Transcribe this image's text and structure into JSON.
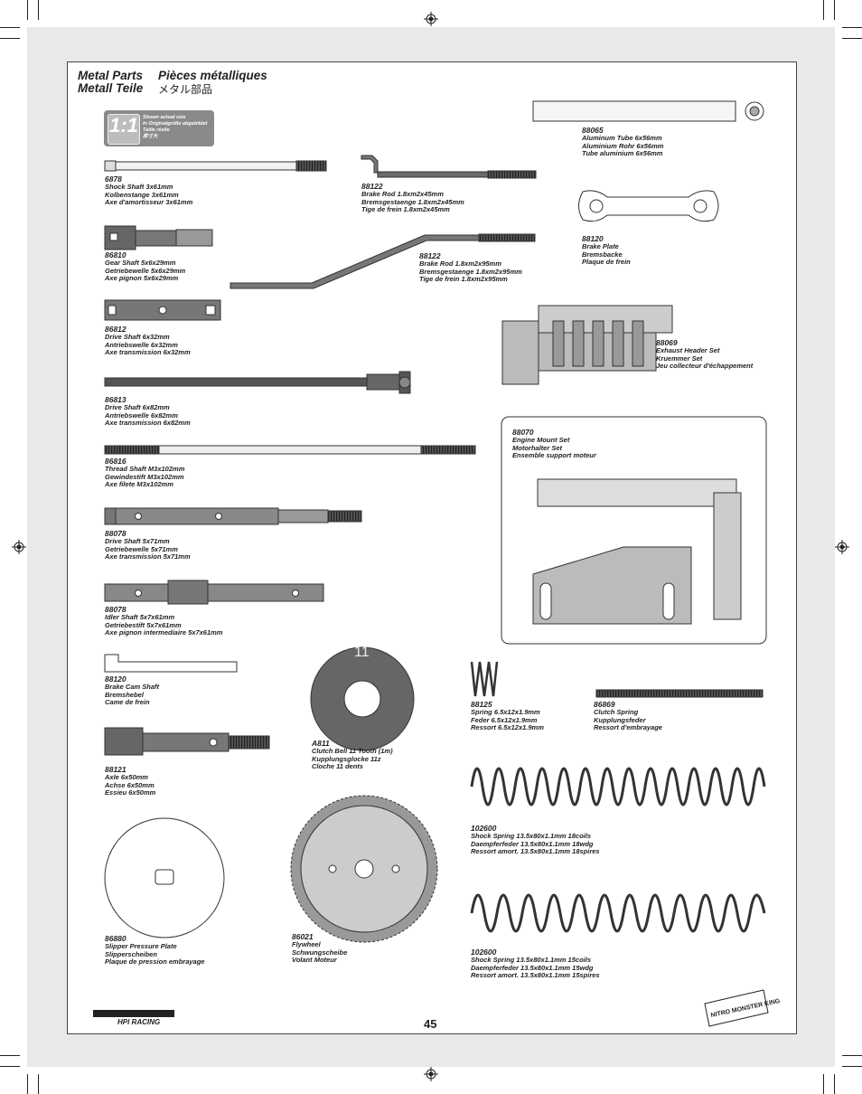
{
  "header": {
    "title_en": "Metal Parts",
    "title_de": "Metall Teile",
    "title_fr": "Pièces métalliques",
    "title_jp": "メタル部品"
  },
  "scale_badge": {
    "scale": "1:1",
    "lines": [
      "Shown actual size",
      "In Originalgröße abgebildet",
      "Taille réelle",
      "原寸大"
    ]
  },
  "parts": [
    {
      "code": "6878",
      "lines": [
        "Shock Shaft 3x61mm",
        "Kolbenstange 3x61mm",
        "Axe d'amortisseur 3x61mm"
      ]
    },
    {
      "code": "88122",
      "lines": [
        "Brake Rod 1.8xm2x45mm",
        "Bremsgestaenge 1.8xm2x45mm",
        "Tige de frein 1.8xm2x45mm"
      ]
    },
    {
      "code": "88065",
      "lines": [
        "Aluminum Tube 6x56mm",
        "Aluminium Rohr 6x56mm",
        "Tube aluminium 6x56mm"
      ]
    },
    {
      "code": "86810",
      "lines": [
        "Gear Shaft 5x6x29mm",
        "Getriebewelle 5x6x29mm",
        "Axe pignon 5x6x29mm"
      ]
    },
    {
      "code": "88122",
      "lines": [
        "Brake Rod 1.8xm2x95mm",
        "Bremsgestaenge 1.8xm2x95mm",
        "Tige de frein 1.8xm2x95mm"
      ]
    },
    {
      "code": "88120",
      "lines": [
        "Brake Plate",
        "Bremsbacke",
        "Plaque de frein"
      ]
    },
    {
      "code": "86812",
      "lines": [
        "Drive Shaft 6x32mm",
        "Antriebswelle 6x32mm",
        "Axe transmission 6x32mm"
      ]
    },
    {
      "code": "88069",
      "lines": [
        "Exhaust Header Set",
        "Kruemmer Set",
        "Jeu collecteur d'échappement"
      ]
    },
    {
      "code": "86813",
      "lines": [
        "Drive Shaft 6x82mm",
        "Antriebswelle 6x82mm",
        "Axe transmission 6x82mm"
      ]
    },
    {
      "code": "88070",
      "lines": [
        "Engine Mount Set",
        "Motorhalter Set",
        "Ensemble support moteur"
      ]
    },
    {
      "code": "86816",
      "lines": [
        "Thread Shaft M3x102mm",
        "Gewindestift M3x102mm",
        "Axe filete M3x102mm"
      ]
    },
    {
      "code": "88078",
      "lines": [
        "Drive Shaft 5x71mm",
        "Getriebewelle 5x71mm",
        "Axe transmission 5x71mm"
      ]
    },
    {
      "code": "88078",
      "lines": [
        "Idler Shaft 5x7x61mm",
        "Getriebestift 5x7x61mm",
        "Axe pignon intermediaire 5x7x61mm"
      ]
    },
    {
      "code": "88120",
      "lines": [
        "Brake Cam Shaft",
        "Bremshebel",
        "Came de frein"
      ]
    },
    {
      "code": "88125",
      "lines": [
        "Spring 6.5x12x1.9mm",
        "Feder 6.5x12x1.9mm",
        "Ressort 6.5x12x1.9mm"
      ]
    },
    {
      "code": "86869",
      "lines": [
        "Clutch Spring",
        "Kupplungsfeder",
        "Ressort d'embrayage"
      ]
    },
    {
      "code": "A811",
      "lines": [
        "Clutch Bell 11 Tooth (1m)",
        "Kupplungsglocke 11z",
        "Cloche 11 dents"
      ]
    },
    {
      "code": "88121",
      "lines": [
        "Axle 6x50mm",
        "Achse 6x50mm",
        "Essieu 6x50mm"
      ]
    },
    {
      "code": "102600",
      "lines": [
        "Shock Spring 13.5x80x1.1mm 18coils",
        "Daempferfeder 13.5x80x1.1mm 18wdg",
        "Ressort amort. 13.5x80x1.1mm 18spires"
      ]
    },
    {
      "code": "86880",
      "lines": [
        "Slipper Pressure Plate",
        "Slipperscheiben",
        "Plaque de pression embrayage"
      ]
    },
    {
      "code": "86021",
      "lines": [
        "Flywheel",
        "Schwungscheibe",
        "Volant Moteur"
      ]
    },
    {
      "code": "102600",
      "lines": [
        "Shock Spring 13.5x80x1.1mm 15coils",
        "Daempferfeder 13.5x80x1.1mm 15wdg",
        "Ressort amort. 13.5x80x1.1mm 15spires"
      ]
    }
  ],
  "clutch_bell_teeth": "11",
  "logos": {
    "left": "HPI RACING",
    "right": "NITRO MONSTER KING"
  },
  "page_number": "45"
}
